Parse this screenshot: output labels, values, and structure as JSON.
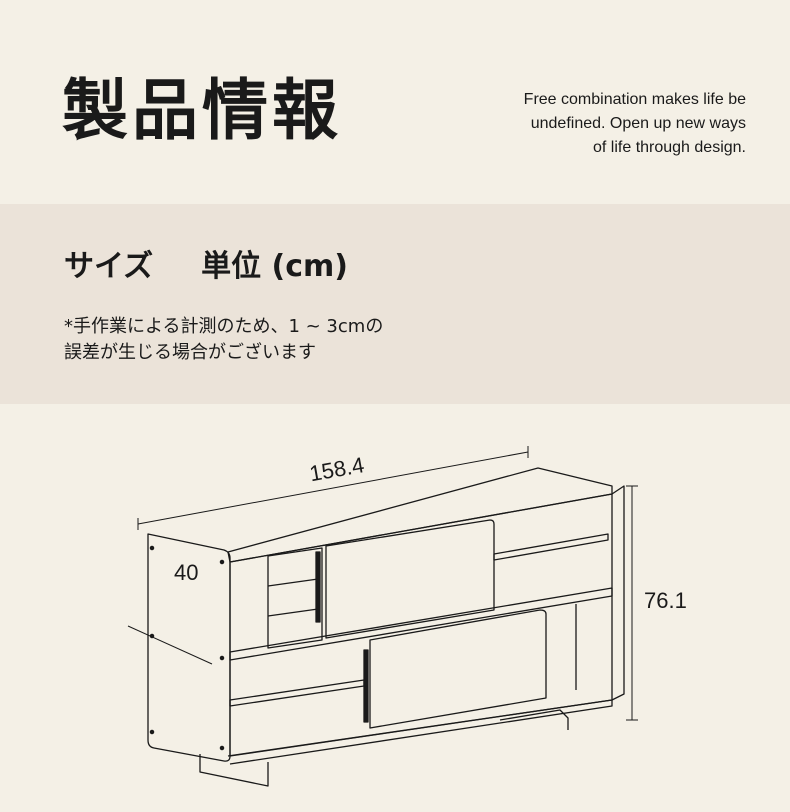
{
  "header": {
    "title": "製品情報",
    "tagline": [
      "Free combination makes life be",
      "undefined. Open up new ways",
      "of life through design."
    ]
  },
  "size_section": {
    "label": "サイズ",
    "unit": "単位 (cm)",
    "note": [
      "*手作業による計測のため、1 ~ 3cmの",
      "誤差が生じる場合がございます"
    ]
  },
  "dimensions": {
    "width": "158.4",
    "depth": "40",
    "height": "76.1"
  },
  "colors": {
    "header_bg": "#f4f0e6",
    "body_bg": "#ebe3d9",
    "figure_bg": "#f4f0e6",
    "ink": "#1a1a1a"
  }
}
